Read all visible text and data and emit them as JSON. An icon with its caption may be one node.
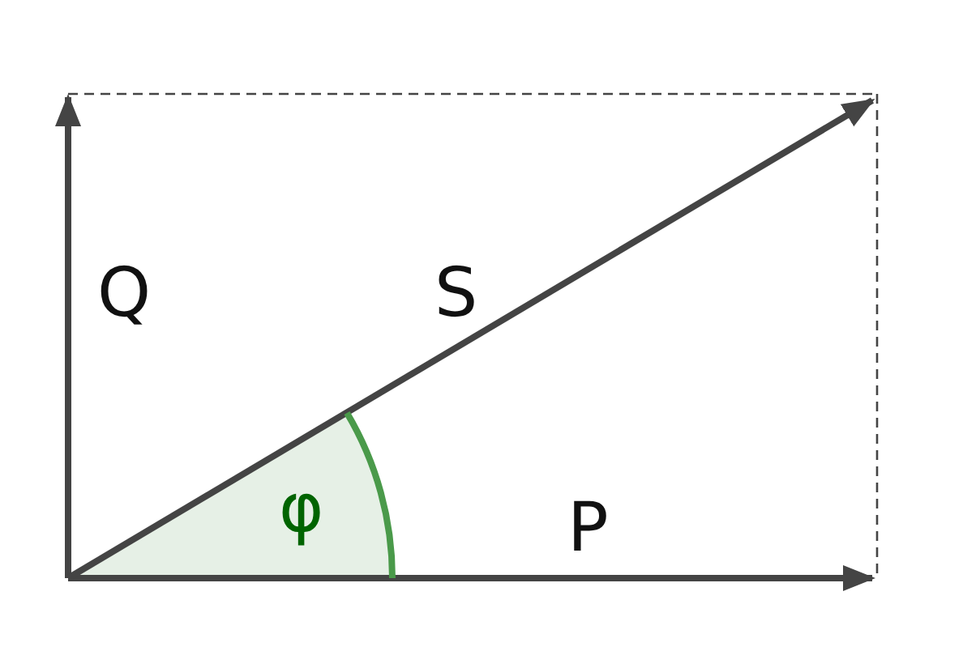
{
  "diagram": {
    "labels": [
      "Q",
      "S",
      "φ",
      "P"
    ]
  }
}
